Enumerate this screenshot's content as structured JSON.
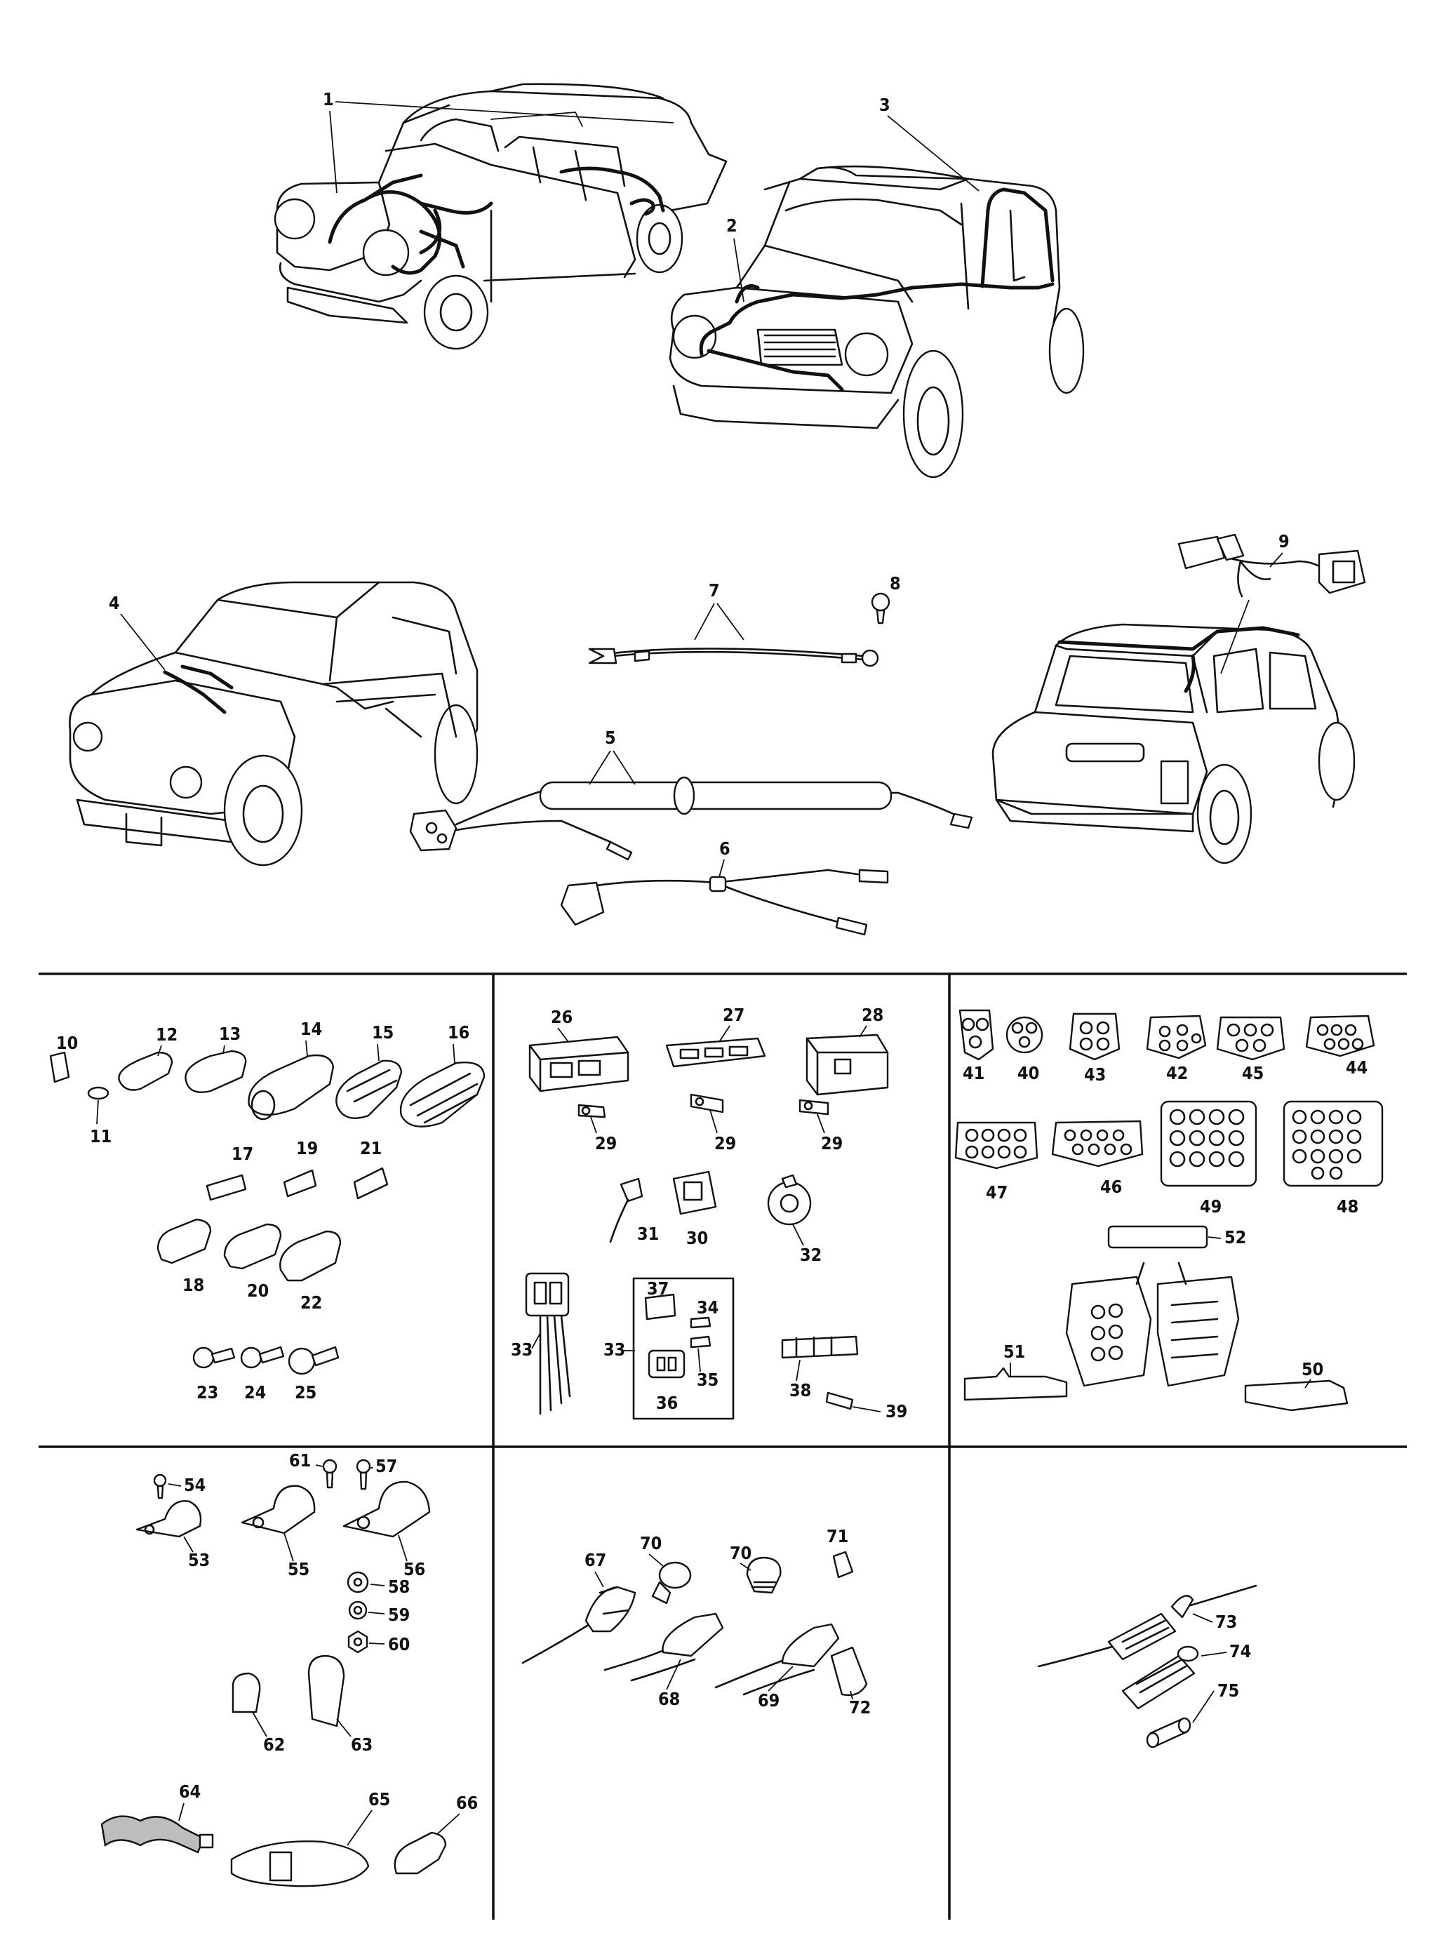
{
  "callouts": {
    "c1": "1",
    "c2": "2",
    "c3": "3",
    "c4": "4",
    "c5": "5",
    "c6": "6",
    "c7": "7",
    "c8": "8",
    "c9": "9",
    "c10": "10",
    "c11": "11",
    "c12": "12",
    "c13": "13",
    "c14": "14",
    "c15": "15",
    "c16": "16",
    "c17": "17",
    "c18": "18",
    "c19": "19",
    "c20": "20",
    "c21": "21",
    "c22": "22",
    "c23": "23",
    "c24": "24",
    "c25": "25",
    "c26": "26",
    "c27": "27",
    "c28": "28",
    "c29a": "29",
    "c29b": "29",
    "c29c": "29",
    "c30": "30",
    "c31": "31",
    "c32": "32",
    "c33a": "33",
    "c33b": "33",
    "c34": "34",
    "c35": "35",
    "c36": "36",
    "c37": "37",
    "c38": "38",
    "c39": "39",
    "c40": "40",
    "c41": "41",
    "c42": "42",
    "c43": "43",
    "c44": "44",
    "c45": "45",
    "c46": "46",
    "c47": "47",
    "c48": "48",
    "c49": "49",
    "c50": "50",
    "c51": "51",
    "c52": "52",
    "c53": "53",
    "c54": "54",
    "c55": "55",
    "c56": "56",
    "c57": "57",
    "c58": "58",
    "c59": "59",
    "c60": "60",
    "c61": "61",
    "c62": "62",
    "c63": "63",
    "c64": "64",
    "c65": "65",
    "c66": "66",
    "c67": "67",
    "c68": "68",
    "c69": "69",
    "c70a": "70",
    "c70b": "70",
    "c71": "71",
    "c72": "72",
    "c73": "73",
    "c74": "74",
    "c75": "75"
  }
}
